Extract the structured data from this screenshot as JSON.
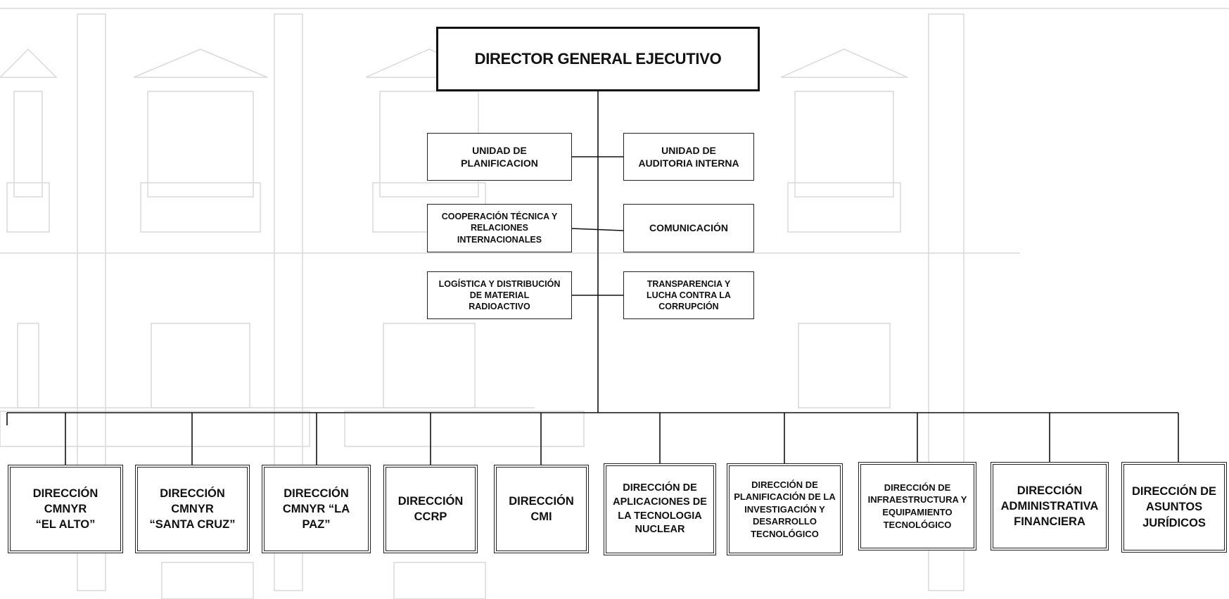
{
  "root": {
    "label": "DIRECTOR GENERAL EJECUTIVO"
  },
  "units": [
    {
      "label": "UNIDAD DE\nPLANIFICACION",
      "side": "left",
      "row": 0
    },
    {
      "label": "UNIDAD DE\nAUDITORIA INTERNA",
      "side": "right",
      "row": 0
    },
    {
      "label": "COOPERACIÓN TÉCNICA Y\nRELACIONES\nINTERNACIONALES",
      "side": "left",
      "row": 1
    },
    {
      "label": "COMUNICACIÓN",
      "side": "right",
      "row": 1
    },
    {
      "label": "LOGÍSTICA Y DISTRIBUCIÓN\nDE MATERIAL\nRADIOACTIVO",
      "side": "left",
      "row": 2
    },
    {
      "label": "TRANSPARENCIA Y\nLUCHA CONTRA LA\nCORRUPCIÓN",
      "side": "right",
      "row": 2
    }
  ],
  "directions": [
    {
      "label": "DIRECCIÓN\nCMNYR\n“EL ALTO”"
    },
    {
      "label": "DIRECCIÓN\nCMNYR\n“SANTA CRUZ”"
    },
    {
      "label": "DIRECCIÓN\nCMNYR “LA PAZ”"
    },
    {
      "label": "DIRECCIÓN\nCCRP"
    },
    {
      "label": "DIRECCIÓN\nCMI"
    },
    {
      "label": "DIRECCIÓN DE\nAPLICACIONES DE\nLA TECNOLOGIA\nNUCLEAR"
    },
    {
      "label": "DIRECCIÓN DE\nPLANIFICACIÓN DE LA\nINVESTIGACIÓN Y\nDESARROLLO\nTECNOLÓGICO"
    },
    {
      "label": "DIRECCIÓN DE\nINFRAESTRUCTURA Y\nEQUIPAMIENTO\nTECNOLÓGICO"
    },
    {
      "label": "DIRECCIÓN\nADMINISTRATIVA\nFINANCIERA"
    },
    {
      "label": "DIRECCIÓN DE\nASUNTOS\nJURÍDICOS"
    }
  ],
  "colors": {
    "line": "#111111",
    "background_drawing": "#d9d9d9"
  }
}
